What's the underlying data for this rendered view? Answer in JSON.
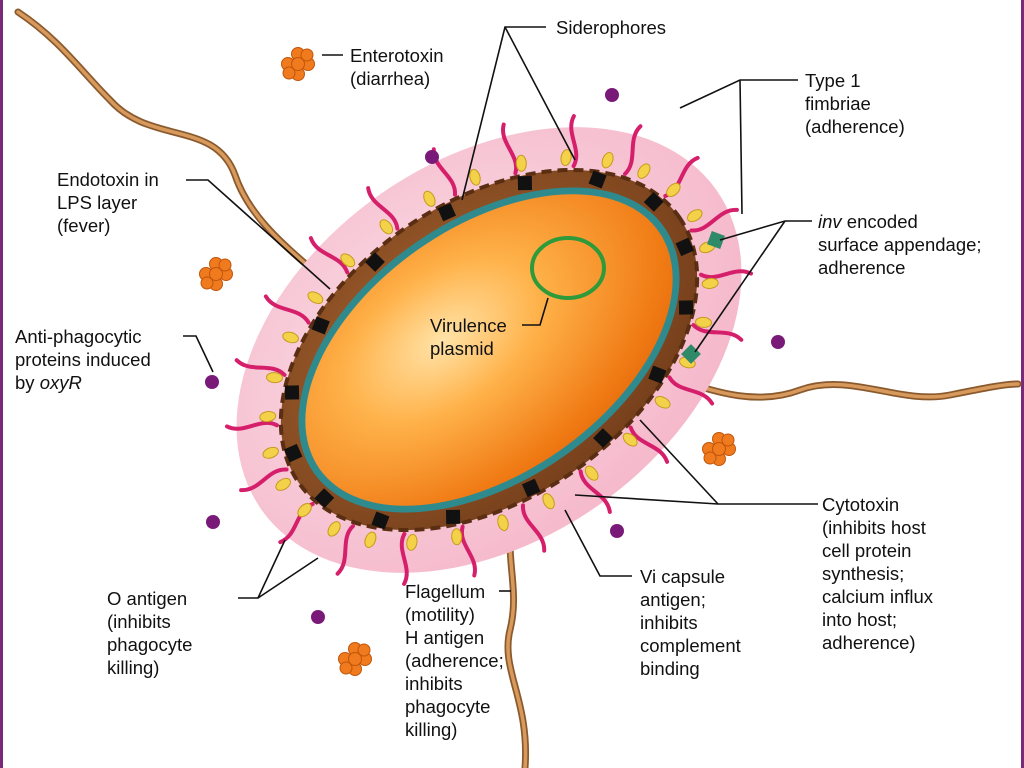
{
  "labels": {
    "siderophores": [
      "Siderophores"
    ],
    "enterotoxin": [
      "Enterotoxin",
      "(diarrhea)"
    ],
    "type1": [
      "Type 1",
      "fimbriae",
      "(adherence)"
    ],
    "endotoxin": [
      "Endotoxin in",
      "LPS layer",
      "(fever)"
    ],
    "inv": {
      "italic": "inv",
      "rest": " encoded",
      "lines": [
        "surface appendage;",
        "adherence"
      ]
    },
    "virulence": [
      "Virulence",
      "plasmid"
    ],
    "antiphago": {
      "lines": [
        "Anti-phagocytic",
        "proteins induced"
      ],
      "prefix": "by ",
      "italic": "oxyR"
    },
    "cytotoxin": [
      "Cytotoxin",
      "(inhibits host",
      "cell protein",
      "synthesis;",
      "calcium influx",
      "into host;",
      "adherence)"
    ],
    "oantigen": [
      "O antigen",
      "(inhibits",
      "phagocyte",
      "killing)"
    ],
    "flagellum": [
      "Flagellum",
      "(motility)",
      "H antigen",
      "(adherence;",
      "inhibits",
      "phagocyte",
      "killing)"
    ],
    "vi": [
      "Vi capsule",
      "antigen;",
      "inhibits",
      "complement",
      "binding"
    ]
  },
  "colors": {
    "halo": "#f7c6d4",
    "lps": "#8a5028",
    "membrane": "#2f8a8e",
    "cell": "#f0841c",
    "fimbriae": "#d61f6b",
    "flagella": "#c68a4e",
    "plasmid": "#2f9a3a",
    "siderophore": "#111111",
    "inv_appendage": "#2f8a6a",
    "toxin_cluster": "#f07a1e",
    "purple_dot": "#7a1a78",
    "yellow_protein": "#f3d24a"
  }
}
